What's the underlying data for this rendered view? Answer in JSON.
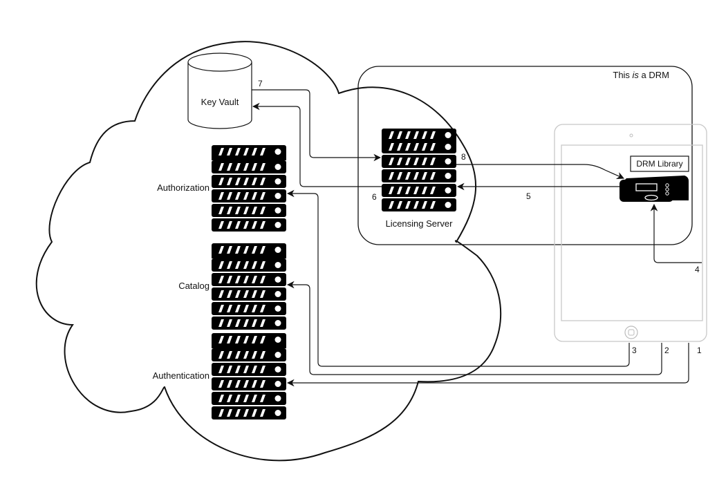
{
  "diagram": {
    "drm_boundary_label_prefix": "This ",
    "drm_boundary_label_emph": "is",
    "drm_boundary_label_suffix": " a DRM",
    "nodes": {
      "key_vault": "Key Vault",
      "authorization": "Authorization",
      "catalog": "Catalog",
      "authentication": "Authentication",
      "licensing_server": "Licensing Server",
      "drm_library": "DRM Library"
    },
    "steps": {
      "s1": "1",
      "s2": "2",
      "s3": "3",
      "s4": "4",
      "s5": "5",
      "s6": "6",
      "s7": "7",
      "s8": "8"
    },
    "colors": {
      "stroke": "#111111",
      "device_outline": "#cccccc",
      "background": "#ffffff"
    }
  }
}
